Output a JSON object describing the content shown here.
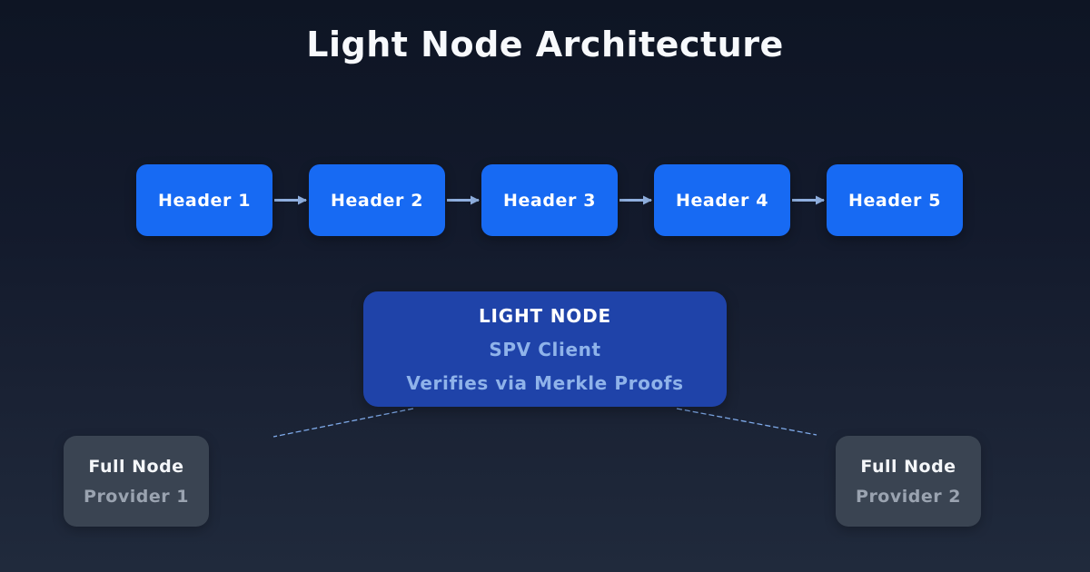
{
  "title": "Light Node Architecture",
  "header_chain": {
    "items": [
      {
        "label": "Header 1"
      },
      {
        "label": "Header 2"
      },
      {
        "label": "Header 3"
      },
      {
        "label": "Header 4"
      },
      {
        "label": "Header 5"
      }
    ]
  },
  "light_node": {
    "name": "LIGHT NODE",
    "role": "SPV Client",
    "detail": "Verifies via Merkle Proofs"
  },
  "full_nodes": [
    {
      "name": "Full Node",
      "provider": "Provider 1"
    },
    {
      "name": "Full Node",
      "provider": "Provider 2"
    }
  ],
  "colors": {
    "background_top": "#0e1524",
    "background_bottom": "#202a3c",
    "header_box": "#176af3",
    "light_node_box": "#1f43a9",
    "full_node_box": "#3a4452",
    "arrow": "#8fafdf",
    "dashed_link": "#7ea9e8",
    "text_primary": "#ffffff",
    "text_accent": "#8fb3ea",
    "text_muted": "#9aa3b0"
  }
}
